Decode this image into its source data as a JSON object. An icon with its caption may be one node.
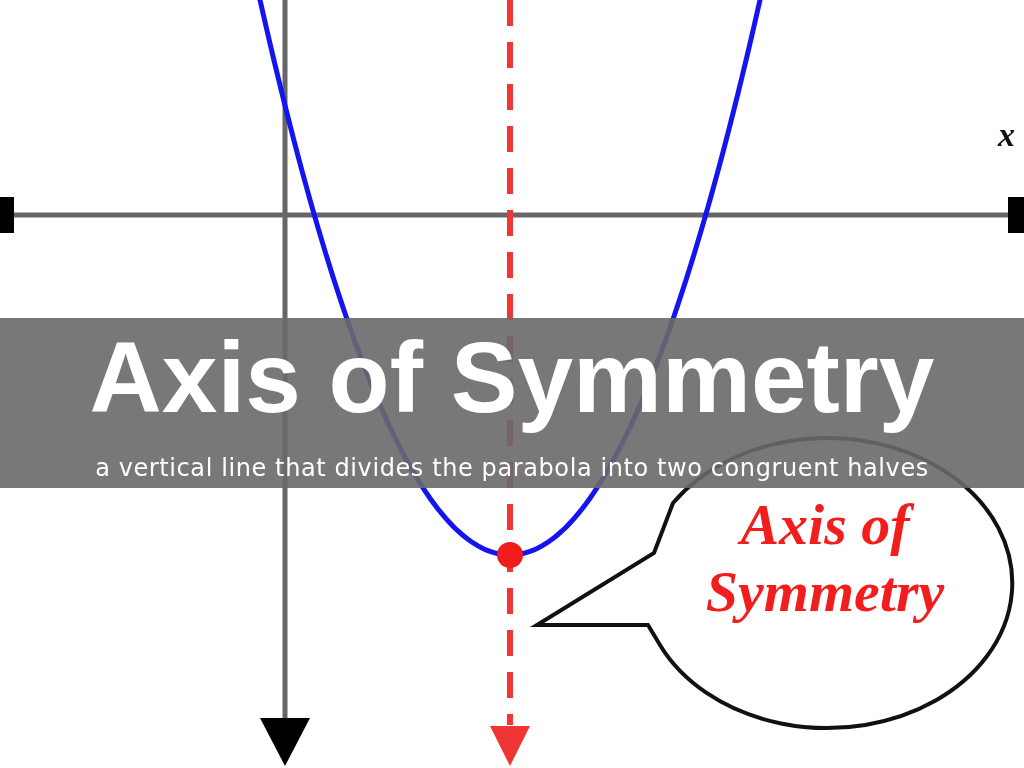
{
  "diagram": {
    "title": "Axis of Symmetry",
    "caption": "a vertical line that divides the parabola into two congruent halves",
    "nodes": [
      {
        "text": [
          "Axis of Symmetry"
        ]
      }
    ],
    "labels": [
      "x"
    ]
  }
}
